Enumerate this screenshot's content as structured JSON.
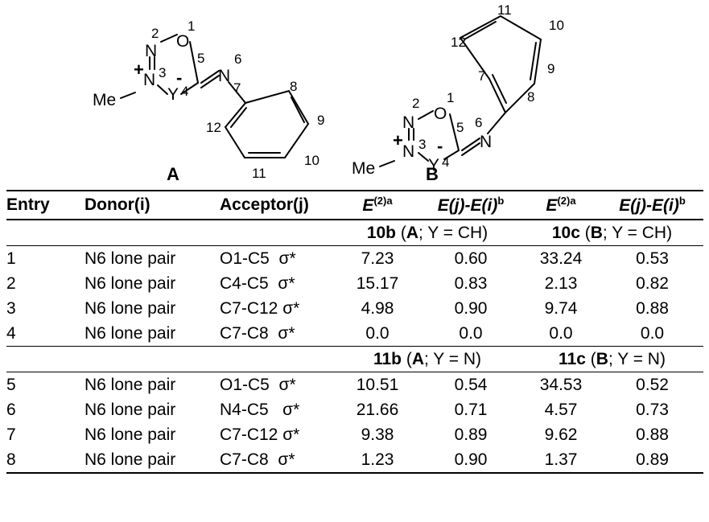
{
  "structures": {
    "A": {
      "label": "A",
      "atoms": {
        "N2": "N",
        "O1": "O",
        "N3": "N",
        "Y": "Y",
        "N6": "N",
        "Me": "Me"
      },
      "numbers": [
        "1",
        "2",
        "3",
        "4",
        "5",
        "6",
        "7",
        "8",
        "9",
        "10",
        "11",
        "12"
      ],
      "charges": {
        "plus": "+",
        "minus": "-"
      }
    },
    "B": {
      "label": "B",
      "atoms": {
        "N2": "N",
        "O1": "O",
        "N3": "N",
        "Y": "Y",
        "N6": "N",
        "Me": "Me"
      },
      "numbers": [
        "1",
        "2",
        "3",
        "4",
        "5",
        "6",
        "7",
        "8",
        "9",
        "10",
        "11",
        "12"
      ],
      "charges": {
        "plus": "+",
        "minus": "-"
      }
    }
  },
  "table": {
    "headers": {
      "entry": "Entry",
      "donor": "Donor(i)",
      "acceptor": "Acceptor(j)",
      "e2": "E",
      "e2_sup": "(2)a",
      "diff": "E(j)-E(i)",
      "diff_sup": "b"
    },
    "groups": [
      {
        "left": {
          "compound": "10b",
          "open": " (",
          "conf": "A",
          "rest": "; Y = CH)"
        },
        "right": {
          "compound": "10c",
          "open": " (",
          "conf": "B",
          "rest": "; Y = CH)"
        },
        "rows": [
          {
            "entry": "1",
            "donor": "N6 lone pair",
            "acceptor": "O1-C5  σ*",
            "e2_1": "7.23",
            "d_1": "0.60",
            "e2_2": "33.24",
            "d_2": "0.53"
          },
          {
            "entry": "2",
            "donor": "N6 lone pair",
            "acceptor": "C4-C5  σ*",
            "e2_1": "15.17",
            "d_1": "0.83",
            "e2_2": "2.13",
            "d_2": "0.82"
          },
          {
            "entry": "3",
            "donor": "N6 lone pair",
            "acceptor": "C7-C12 σ*",
            "e2_1": "4.98",
            "d_1": "0.90",
            "e2_2": "9.74",
            "d_2": "0.88"
          },
          {
            "entry": "4",
            "donor": "N6 lone pair",
            "acceptor": "C7-C8  σ*",
            "e2_1": "0.0",
            "d_1": "0.0",
            "e2_2": "0.0",
            "d_2": "0.0"
          }
        ]
      },
      {
        "left": {
          "compound": "11b",
          "open": " (",
          "conf": "A",
          "rest": "; Y = N)"
        },
        "right": {
          "compound": "11c",
          "open": " (",
          "conf": "B",
          "rest": "; Y = N)"
        },
        "rows": [
          {
            "entry": "5",
            "donor": "N6 lone pair",
            "acceptor": "O1-C5  σ*",
            "e2_1": "10.51",
            "d_1": "0.54",
            "e2_2": "34.53",
            "d_2": "0.52"
          },
          {
            "entry": "6",
            "donor": "N6 lone pair",
            "acceptor": "N4-C5   σ*",
            "e2_1": "21.66",
            "d_1": "0.71",
            "e2_2": "4.57",
            "d_2": "0.73"
          },
          {
            "entry": "7",
            "donor": "N6 lone pair",
            "acceptor": "C7-C12 σ*",
            "e2_1": "9.38",
            "d_1": "0.89",
            "e2_2": "9.62",
            "d_2": "0.88"
          },
          {
            "entry": "8",
            "donor": "N6 lone pair",
            "acceptor": "C7-C8  σ*",
            "e2_1": "1.23",
            "d_1": "0.90",
            "e2_2": "1.37",
            "d_2": "0.89"
          }
        ]
      }
    ]
  }
}
